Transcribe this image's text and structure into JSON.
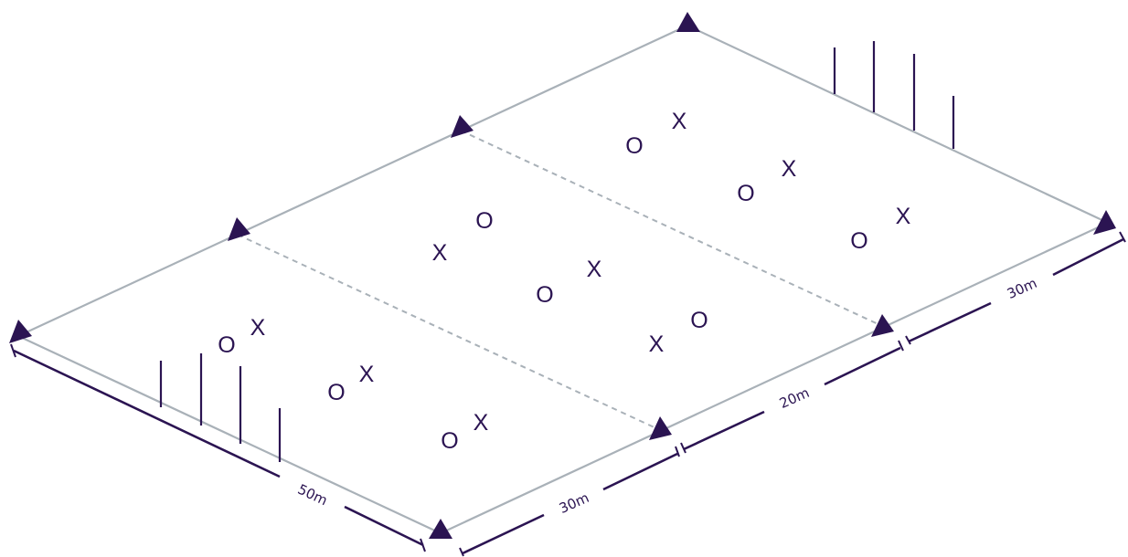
{
  "measurements": {
    "long_side": "50m",
    "zone_left": "30m",
    "zone_middle": "20m",
    "zone_right": "30m"
  },
  "players": {
    "x": "X",
    "o": "O"
  },
  "colors": {
    "ink": "#2b1452",
    "field_line": "#a9b1b8",
    "background": "#ffffff"
  },
  "icons": [
    "cone-icon",
    "pole-icon"
  ]
}
